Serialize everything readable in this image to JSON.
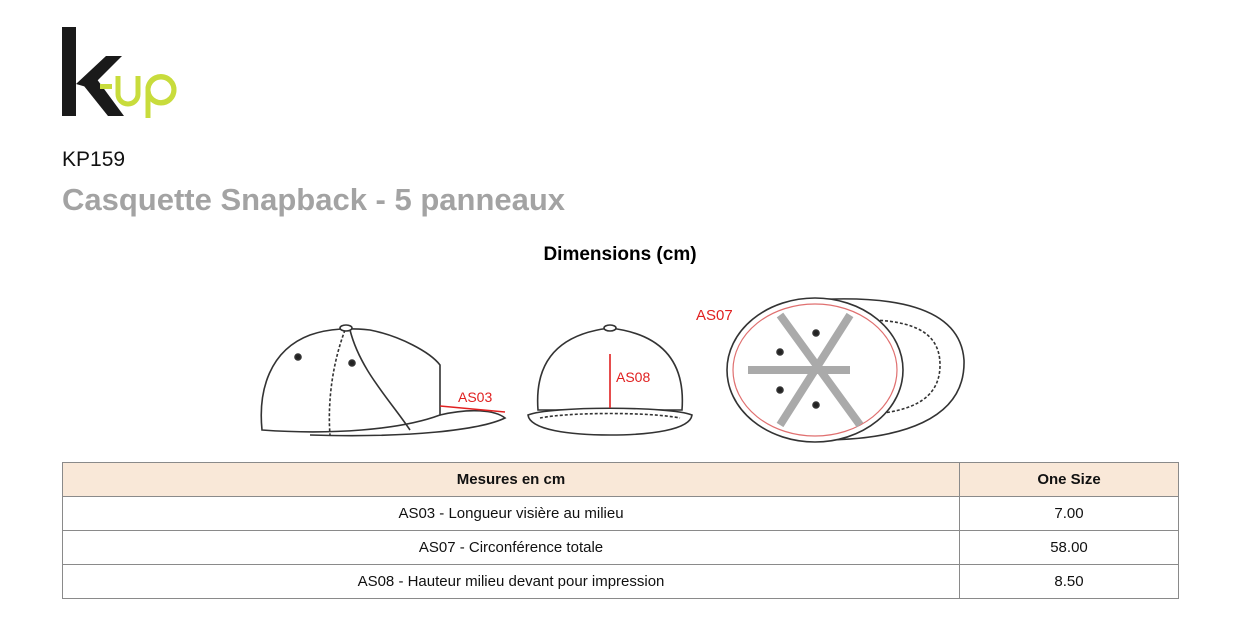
{
  "brand": {
    "logo_text": "k-up",
    "accent": "#c8dc3c"
  },
  "product": {
    "code": "KP159",
    "name": "Casquette Snapback - 5 panneaux"
  },
  "dimensions_title": "Dimensions (cm)",
  "diagram": {
    "labels": {
      "side": "AS03",
      "front": "AS08",
      "under": "AS07"
    },
    "measure_color": "#e02020"
  },
  "table": {
    "headers": [
      "Mesures en cm",
      "One Size"
    ],
    "rows": [
      [
        "AS03 - Longueur visière au milieu",
        "7.00"
      ],
      [
        "AS07 - Circonférence totale",
        "58.00"
      ],
      [
        "AS08 - Hauteur milieu devant pour impression",
        "8.50"
      ]
    ]
  }
}
